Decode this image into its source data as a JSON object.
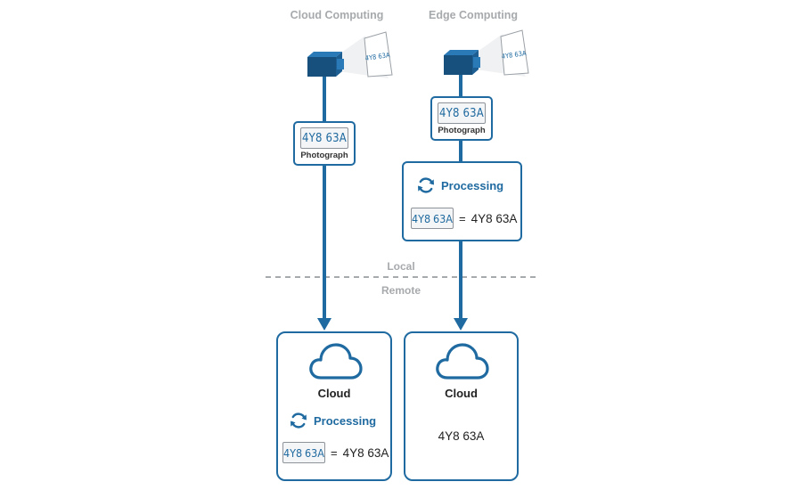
{
  "columns": {
    "cloud": {
      "title": "Cloud Computing",
      "camera_plate": "4Y8 63A",
      "photo_plate": "4Y8  63A",
      "photo_label": "Photograph",
      "dest_label": "Cloud",
      "processing_label": "Processing",
      "result_plate_left": "4Y8",
      "result_plate_right": "63A",
      "equals": "=",
      "result_text": "4Y8 63A"
    },
    "edge": {
      "title": "Edge Computing",
      "camera_plate": "4Y8 63A",
      "photo_plate": "4Y8  63A",
      "photo_label": "Photograph",
      "processing_label": "Processing",
      "result_plate_left": "4Y8",
      "result_plate_right": "63A",
      "equals": "=",
      "result_text": "4Y8 63A",
      "dest_label": "Cloud",
      "dest_result": "4Y8 63A"
    }
  },
  "zones": {
    "local": "Local",
    "remote": "Remote"
  },
  "colors": {
    "blue": "#1f6aa0",
    "camera_dark": "#17507d",
    "camera_light": "#2b7ab8",
    "divider": "#a7aaad"
  },
  "icons": [
    "camera-icon",
    "refresh-icon",
    "cloud-icon"
  ]
}
